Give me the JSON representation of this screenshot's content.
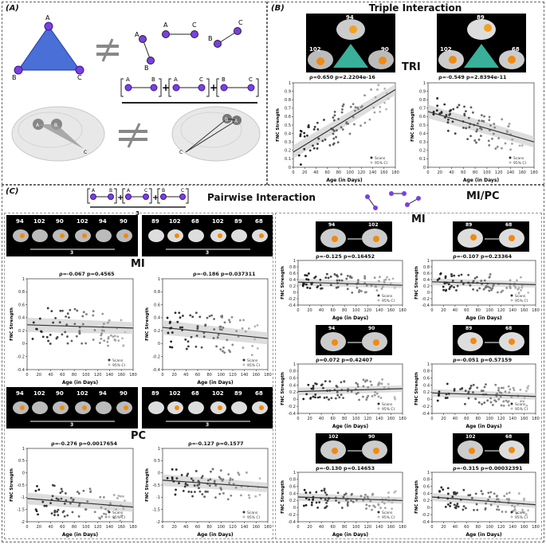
{
  "panelA": {
    "label": "(A)",
    "triangle_nodes": [
      "A",
      "B",
      "C"
    ],
    "pair_nodes": [
      "A",
      "C",
      "A",
      "B",
      "B",
      "C"
    ],
    "bracket_terms": [
      [
        "A",
        "B"
      ],
      [
        "A",
        "C"
      ],
      [
        "B",
        "C"
      ]
    ],
    "brain_nodes": [
      "A",
      "B",
      "C"
    ]
  },
  "panelB": {
    "label": "(B)",
    "title": "Triple Interaction",
    "tri_label": "TRI",
    "thumbs": [
      {
        "nums": [
          "94",
          "102",
          "90"
        ]
      },
      {
        "nums": [
          "89",
          "102",
          "68"
        ]
      }
    ],
    "stats": [
      "ρ=0.650   p=2.2204e-16",
      "ρ=-0.549   p=2.8394e-11"
    ]
  },
  "panelC": {
    "label": "(C)",
    "title": "Pairwise Interaction",
    "mipc_label": "MI/PC",
    "mi_label": "MI",
    "pc_label": "PC",
    "mi_right_label": "MI",
    "bracket_terms": [
      [
        "A",
        "B"
      ],
      [
        "A",
        "C"
      ],
      [
        "B",
        "C"
      ]
    ],
    "bracket_count": "3",
    "strip_left_nums": [
      "94",
      "102",
      "90",
      "102",
      "94",
      "90"
    ],
    "strip_right_nums": [
      "89",
      "102",
      "68",
      "102",
      "89",
      "68"
    ],
    "strip_count": "3",
    "left_stats": [
      "ρ=-0.067   p=0.4565",
      "ρ=-0.186   p=0.037311",
      "ρ=-0.276   p=0.0017654",
      "ρ=-0.127   p=0.1577"
    ],
    "right_stats": [
      "ρ=-0.125   p=0.16452",
      "ρ=-0.107   p=0.23364",
      "ρ=0.072   p=0.42407",
      "ρ=-0.051   p=0.57159",
      "ρ=-0.130   p=0.14653",
      "ρ=-0.315   p=0.00032391"
    ],
    "right_thumbs": [
      {
        "nums": [
          "94",
          "102"
        ]
      },
      {
        "nums": [
          "89",
          "68"
        ]
      },
      {
        "nums": [
          "94",
          "90"
        ]
      },
      {
        "nums": [
          "89",
          "68"
        ]
      },
      {
        "nums": [
          "102",
          "90"
        ]
      },
      {
        "nums": [
          "102",
          "68"
        ]
      }
    ]
  },
  "axis_text": {
    "xlabel": "Age (in Days)",
    "ylabel": "FNC Strength",
    "legend_scans": "Scans",
    "legend_ci": "95% CI"
  },
  "chart_data": [
    {
      "type": "scatter",
      "id": "B1",
      "xlim": [
        0,
        180
      ],
      "ylim": [
        0,
        1
      ],
      "xticks": [
        0,
        20,
        40,
        60,
        80,
        100,
        120,
        140,
        160,
        180
      ],
      "yticks": [
        0,
        0.1,
        0.2,
        0.3,
        0.4,
        0.5,
        0.6,
        0.7,
        0.8,
        0.9,
        1
      ],
      "fit": [
        0.18,
        0.92
      ]
    },
    {
      "type": "scatter",
      "id": "B2",
      "xlim": [
        0,
        180
      ],
      "ylim": [
        0,
        1
      ],
      "xticks": [
        0,
        20,
        40,
        60,
        80,
        100,
        120,
        140,
        160,
        180
      ],
      "yticks": [
        0,
        0.1,
        0.2,
        0.3,
        0.4,
        0.5,
        0.6,
        0.7,
        0.8,
        0.9,
        1
      ],
      "fit": [
        0.66,
        0.3
      ]
    },
    {
      "type": "scatter",
      "id": "C1",
      "xlim": [
        0,
        180
      ],
      "ylim": [
        -0.4,
        1
      ],
      "xticks": [
        0,
        20,
        40,
        60,
        80,
        100,
        120,
        140,
        160,
        180
      ],
      "yticks": [
        -0.4,
        -0.2,
        0,
        0.2,
        0.4,
        0.6,
        0.8,
        1
      ],
      "fit": [
        0.29,
        0.24
      ]
    },
    {
      "type": "scatter",
      "id": "C2",
      "xlim": [
        0,
        180
      ],
      "ylim": [
        -0.4,
        1
      ],
      "xticks": [
        0,
        20,
        40,
        60,
        80,
        100,
        120,
        140,
        160,
        180
      ],
      "yticks": [
        -0.4,
        -0.2,
        0,
        0.2,
        0.4,
        0.6,
        0.8,
        1
      ],
      "fit": [
        0.25,
        0.08
      ]
    },
    {
      "type": "scatter",
      "id": "C3",
      "xlim": [
        0,
        180
      ],
      "ylim": [
        -2,
        1
      ],
      "xticks": [
        0,
        20,
        40,
        60,
        80,
        100,
        120,
        140,
        160,
        180
      ],
      "yticks": [
        -2,
        -1.5,
        -1,
        -0.5,
        0,
        0.5,
        1
      ],
      "fit": [
        -1.05,
        -1.4
      ]
    },
    {
      "type": "scatter",
      "id": "C4",
      "xlim": [
        0,
        180
      ],
      "ylim": [
        -2,
        1
      ],
      "xticks": [
        0,
        20,
        40,
        60,
        80,
        100,
        120,
        140,
        160,
        180
      ],
      "yticks": [
        -2,
        -1.5,
        -1,
        -0.5,
        0,
        0.5,
        1
      ],
      "fit": [
        -0.3,
        -0.6
      ]
    },
    {
      "type": "scatter",
      "id": "R1",
      "xlim": [
        0,
        180
      ],
      "ylim": [
        -0.4,
        1
      ],
      "xticks": [
        0,
        20,
        40,
        60,
        80,
        100,
        120,
        140,
        160,
        180
      ],
      "yticks": [
        -0.4,
        -0.2,
        0,
        0.2,
        0.4,
        0.6,
        0.8,
        1
      ],
      "fit": [
        0.32,
        0.22
      ]
    },
    {
      "type": "scatter",
      "id": "R2",
      "xlim": [
        0,
        180
      ],
      "ylim": [
        -0.4,
        1
      ],
      "xticks": [
        0,
        20,
        40,
        60,
        80,
        100,
        120,
        140,
        160,
        180
      ],
      "yticks": [
        -0.4,
        -0.2,
        0,
        0.2,
        0.4,
        0.6,
        0.8,
        1
      ],
      "fit": [
        0.33,
        0.24
      ]
    },
    {
      "type": "scatter",
      "id": "R3",
      "xlim": [
        0,
        180
      ],
      "ylim": [
        -0.4,
        1
      ],
      "xticks": [
        0,
        20,
        40,
        60,
        80,
        100,
        120,
        140,
        160,
        180
      ],
      "yticks": [
        -0.4,
        -0.2,
        0,
        0.2,
        0.4,
        0.6,
        0.8,
        1
      ],
      "fit": [
        0.22,
        0.3
      ]
    },
    {
      "type": "scatter",
      "id": "R4",
      "xlim": [
        0,
        180
      ],
      "ylim": [
        -0.4,
        1
      ],
      "xticks": [
        0,
        20,
        40,
        60,
        80,
        100,
        120,
        140,
        160,
        180
      ],
      "yticks": [
        -0.4,
        -0.2,
        0,
        0.2,
        0.4,
        0.6,
        0.8,
        1
      ],
      "fit": [
        0.18,
        0.08
      ]
    },
    {
      "type": "scatter",
      "id": "R5",
      "xlim": [
        0,
        180
      ],
      "ylim": [
        -0.4,
        1
      ],
      "xticks": [
        0,
        20,
        40,
        60,
        80,
        100,
        120,
        140,
        160,
        180
      ],
      "yticks": [
        -0.4,
        -0.2,
        0,
        0.2,
        0.4,
        0.6,
        0.8,
        1
      ],
      "fit": [
        0.3,
        0.2
      ]
    },
    {
      "type": "scatter",
      "id": "R6",
      "xlim": [
        0,
        180
      ],
      "ylim": [
        -0.4,
        1
      ],
      "xticks": [
        0,
        20,
        40,
        60,
        80,
        100,
        120,
        140,
        160,
        180
      ],
      "yticks": [
        -0.4,
        -0.2,
        0,
        0.2,
        0.4,
        0.6,
        0.8,
        1
      ],
      "fit": [
        0.3,
        0.08
      ]
    }
  ]
}
